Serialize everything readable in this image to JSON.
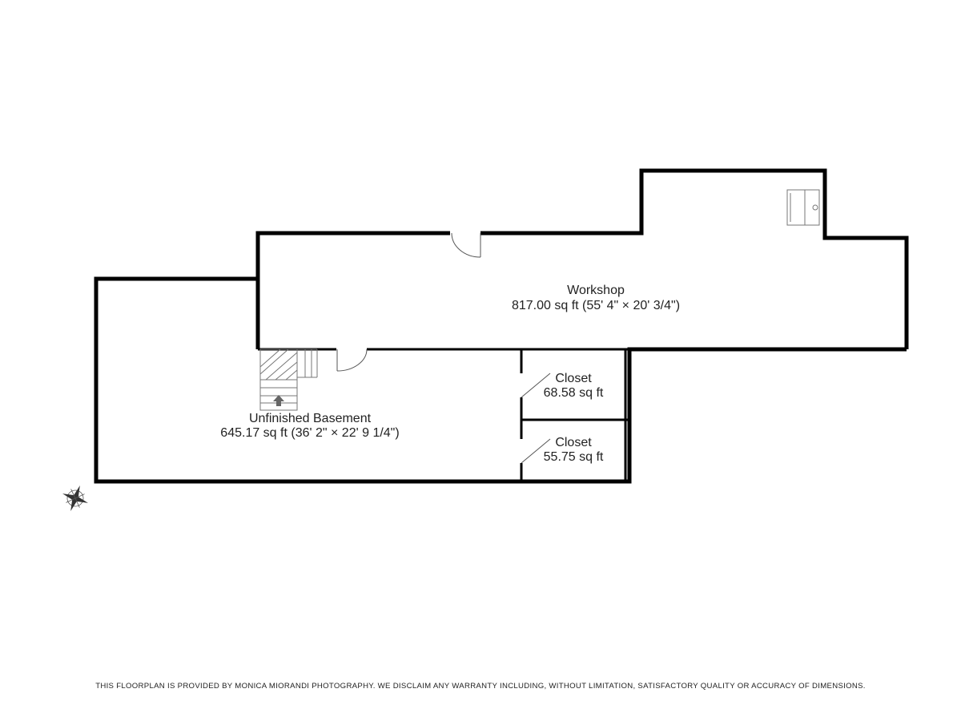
{
  "rooms": {
    "workshop": {
      "name": "Workshop",
      "area": "817.00 sq ft (55' 4\" × 20' 3/4\")"
    },
    "unfinished_basement": {
      "name": "Unfinished Basement",
      "area": "645.17 sq ft (36' 2\" × 22' 9 1/4\")"
    },
    "closet_upper": {
      "name": "Closet",
      "area": "68.58 sq ft"
    },
    "closet_lower": {
      "name": "Closet",
      "area": "55.75 sq ft"
    }
  },
  "icons": {
    "compass": "compass-rose-icon",
    "stairs": "staircase-icon",
    "stair_direction": "up-arrow-icon",
    "fixture": "utility-sink-icon"
  },
  "colors": {
    "wall": "#000000",
    "thin_line": "#555555",
    "background": "#ffffff",
    "text": "#222222"
  },
  "footer": {
    "disclaimer": "THIS FLOORPLAN IS PROVIDED BY MONICA MIORANDI PHOTOGRAPHY. WE DISCLAIM ANY WARRANTY INCLUDING, WITHOUT LIMITATION, SATISFACTORY QUALITY OR ACCURACY OF DIMENSIONS."
  }
}
